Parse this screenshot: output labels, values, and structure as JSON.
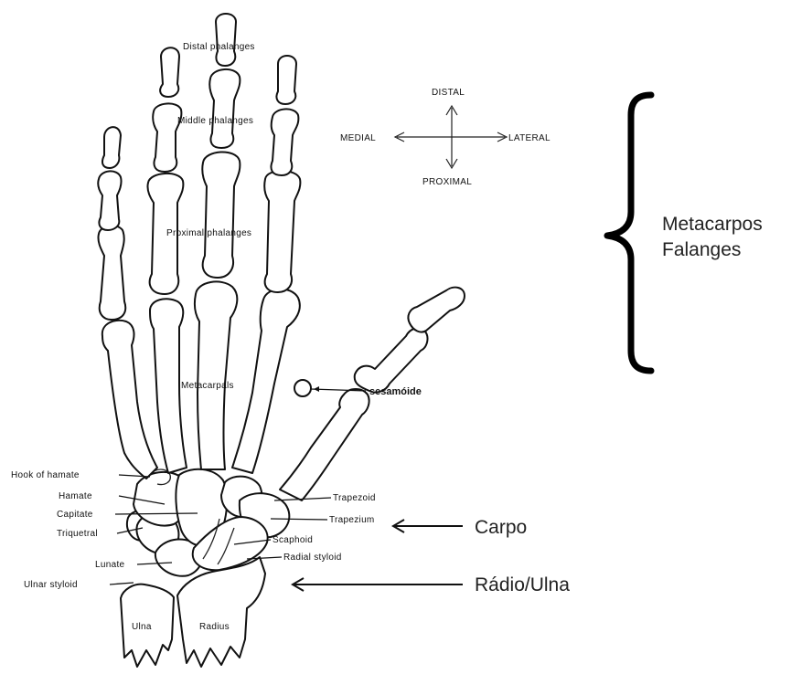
{
  "labels": {
    "distal_phalanges": "Distal phalanges",
    "middle_phalanges": "Middle phalanges",
    "proximal_phalanges": "Proximal phalanges",
    "metacarpals": "Metacarpals",
    "sesamoide": "sesamóide",
    "hook_of_hamate": "Hook of hamate",
    "hamate": "Hamate",
    "capitate": "Capitate",
    "triquetral": "Triquetral",
    "lunate": "Lunate",
    "ulnar_styloid": "Ulnar styloid",
    "ulna": "Ulna",
    "radius": "Radius",
    "trapezoid": "Trapezoid",
    "trapezium": "Trapezium",
    "scaphoid": "Scaphoid",
    "radial_styloid": "Radial styloid"
  },
  "compass": {
    "distal": "DISTAL",
    "proximal": "PROXIMAL",
    "medial": "MEDIAL",
    "lateral": "LATERAL"
  },
  "annotations": {
    "metacarpos": "Metacarpos",
    "falanges": "Falanges",
    "carpo": "Carpo",
    "radio_ulna": "Rádio/Ulna"
  }
}
